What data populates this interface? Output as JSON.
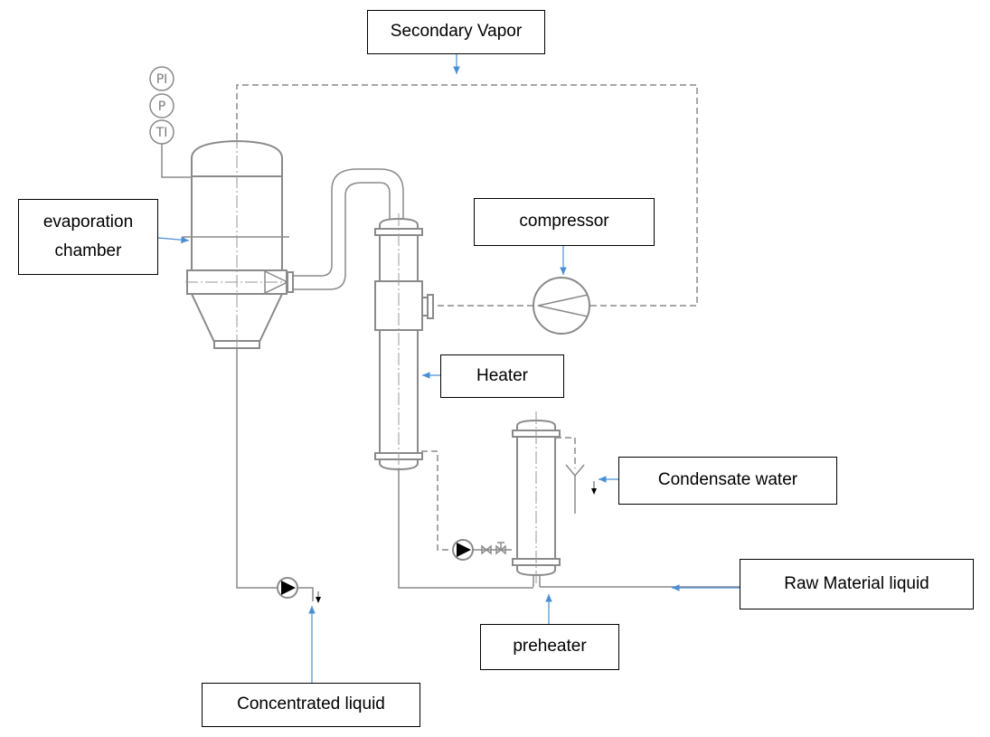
{
  "labels": {
    "secondary_vapor": "Secondary Vapor",
    "evaporation_chamber": "evaporation\nchamber",
    "compressor": "compressor",
    "heater": "Heater",
    "condensate_water": "Condensate water",
    "raw_material_liquid": "Raw Material liquid",
    "preheater": "preheater",
    "concentrated_liquid": "Concentrated liquid"
  },
  "instruments": [
    "PI",
    "P",
    "TI"
  ],
  "colors": {
    "equipment_line": "#8a8a8a",
    "pointer_arrow": "#4a8fd4",
    "label_border": "#000000"
  }
}
